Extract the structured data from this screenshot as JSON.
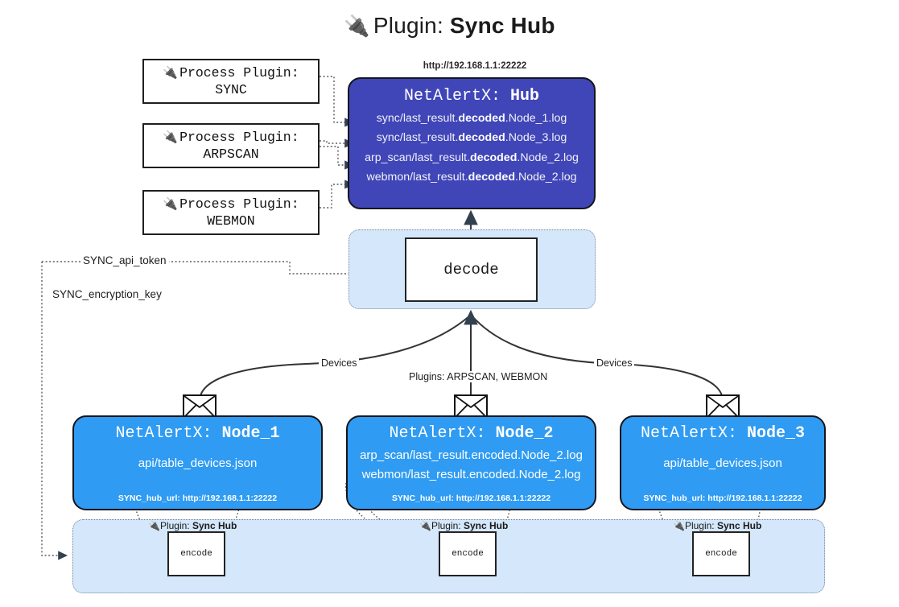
{
  "header": {
    "plug_icon": "🔌",
    "prefix": "Plugin: ",
    "name": "Sync Hub"
  },
  "process_plugins": [
    {
      "icon": "🔌",
      "line1": "Process Plugin:",
      "line2": "SYNC"
    },
    {
      "icon": "🔌",
      "line1": "Process Plugin:",
      "line2": "ARPSCAN"
    },
    {
      "icon": "🔌",
      "line1": "Process Plugin:",
      "line2": "WEBMON"
    }
  ],
  "hub": {
    "url": "http://192.168.1.1:22222",
    "title_prefix": "NetAlertX: ",
    "title_name": "Hub",
    "logs": [
      {
        "pre": "sync/last_result.",
        "mid": "decoded",
        "post": ".Node_1.log"
      },
      {
        "pre": "sync/last_result.",
        "mid": "decoded",
        "post": ".Node_3.log"
      },
      {
        "pre": "arp_scan/last_result.",
        "mid": "decoded",
        "post": ".Node_2.log"
      },
      {
        "pre": "webmon/last_result.",
        "mid": "decoded",
        "post": ".Node_2.log"
      }
    ]
  },
  "decode": {
    "label": "decode"
  },
  "secrets": {
    "api_token": "SYNC_api_token",
    "encryption_key": "SYNC_encryption_key"
  },
  "flow_labels": {
    "devices_left": "Devices",
    "devices_right": "Devices",
    "plugins_center": "Plugins: ARPSCAN, WEBMON"
  },
  "nodes": [
    {
      "title_prefix": "NetAlertX: ",
      "title_name": "Node_1",
      "lines": [
        "api/table_devices.json"
      ],
      "hub_url": "SYNC_hub_url: http://192.168.1.1:22222"
    },
    {
      "title_prefix": "NetAlertX: ",
      "title_name": "Node_2",
      "lines": [
        "arp_scan/last_result.encoded.Node_2.log",
        "webmon/last_result.encoded.Node_2.log"
      ],
      "hub_url": "SYNC_hub_url: http://192.168.1.1:22222"
    },
    {
      "title_prefix": "NetAlertX: ",
      "title_name": "Node_3",
      "lines": [
        "api/table_devices.json"
      ],
      "hub_url": "SYNC_hub_url: http://192.168.1.1:22222"
    }
  ],
  "encoders": [
    {
      "icon": "🔌",
      "caption_prefix": "Plugin: ",
      "caption_name": "Sync Hub",
      "label": "encode"
    },
    {
      "icon": "🔌",
      "caption_prefix": "Plugin: ",
      "caption_name": "Sync Hub",
      "label": "encode"
    },
    {
      "icon": "🔌",
      "caption_prefix": "Plugin: ",
      "caption_name": "Sync Hub",
      "label": "encode"
    }
  ],
  "colors": {
    "hub_fill": "#4046b8",
    "node_fill": "#2f9bf2",
    "band_fill": "#d4e7fb",
    "stroke": "#15151b"
  }
}
